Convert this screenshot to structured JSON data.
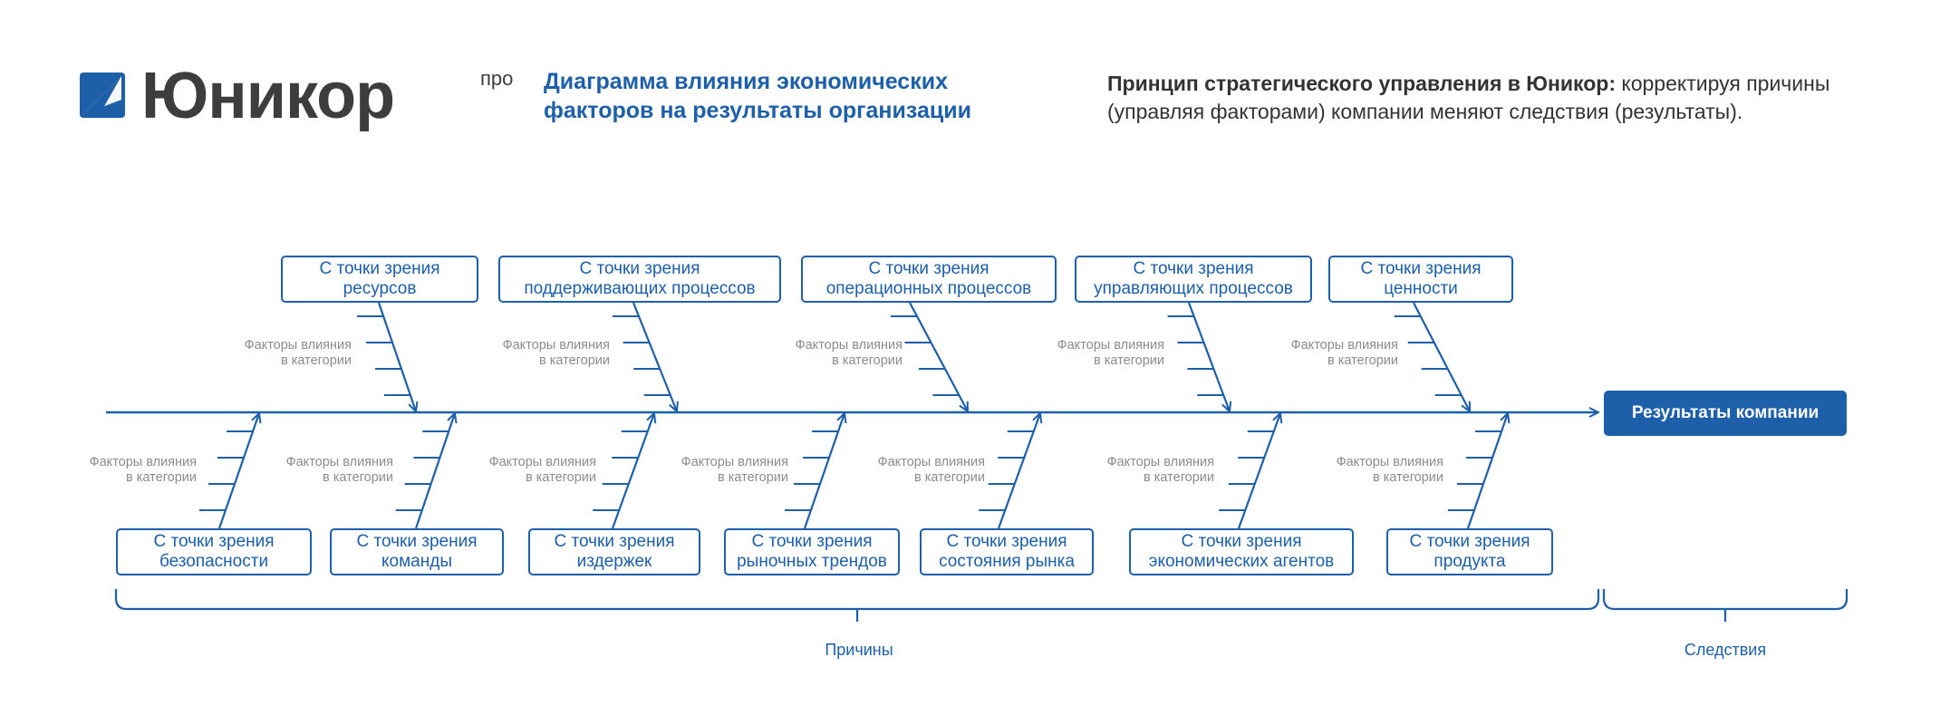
{
  "logo": {
    "name": "Юникор",
    "sup": "про"
  },
  "title": {
    "line1": "Диаграмма влияния экономических",
    "line2": "факторов на результаты организации"
  },
  "principle": {
    "bold": "Принцип стратегического управления в Юникор:",
    "rest": " корректируя причины (управляя факторами) компании меняют следствия (результаты)."
  },
  "factor_label": {
    "line1": "Факторы влияния",
    "line2": "в категории"
  },
  "top_categories": [
    {
      "line1": "С точки зрения",
      "line2": "ресурсов"
    },
    {
      "line1": "С точки зрения",
      "line2": "поддерживающих процессов"
    },
    {
      "line1": "С точки зрения",
      "line2": "операционных процессов"
    },
    {
      "line1": "С точки зрения",
      "line2": "управляющих процессов"
    },
    {
      "line1": "С точки зрения",
      "line2": "ценности"
    }
  ],
  "bottom_categories": [
    {
      "line1": "С точки зрения",
      "line2": "безопасности"
    },
    {
      "line1": "С точки зрения",
      "line2": "команды"
    },
    {
      "line1": "С точки зрения",
      "line2": "издержек"
    },
    {
      "line1": "С точки зрения",
      "line2": "рыночных трендов"
    },
    {
      "line1": "С точки зрения",
      "line2": "состояния рынка"
    },
    {
      "line1": "С точки зрения",
      "line2": "экономических агентов"
    },
    {
      "line1": "С точки зрения",
      "line2": "продукта"
    }
  ],
  "effect": {
    "label": "Результаты компании"
  },
  "braces": {
    "causes": "Причины",
    "effects": "Следствия"
  },
  "colors": {
    "accent": "#1d5fa8",
    "muted_text": "#8c8c8c",
    "logo_text": "#3d3d3d"
  }
}
